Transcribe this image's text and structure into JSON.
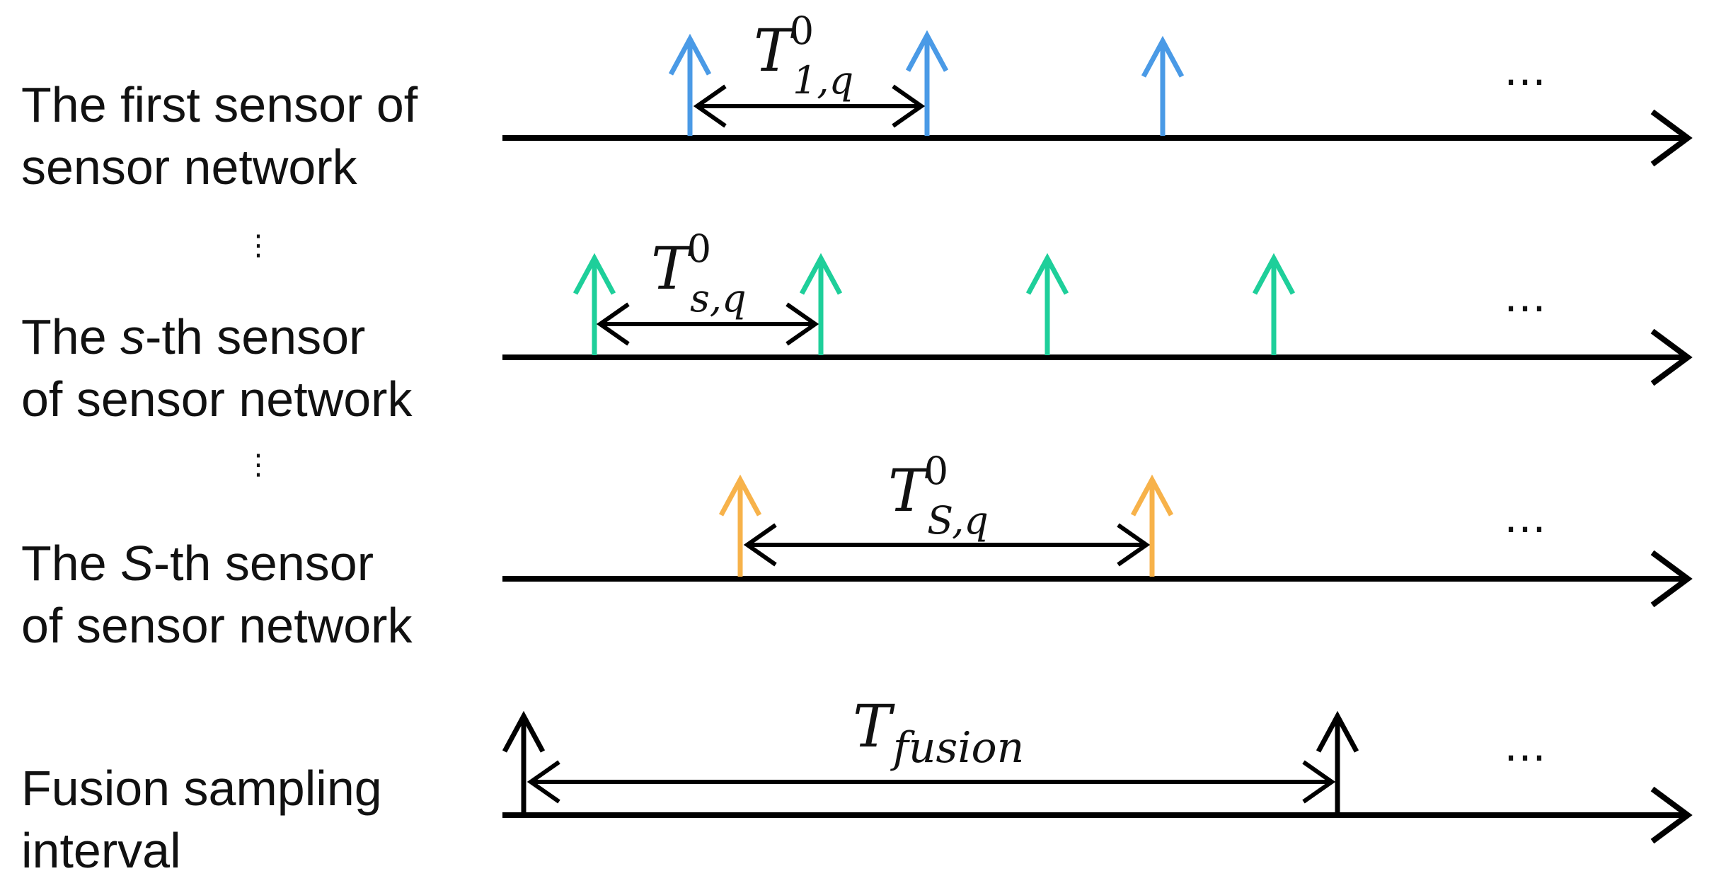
{
  "colors": {
    "axis": "#000000",
    "sensor_first": "#4a9ae6",
    "sensor_s": "#1ecf9a",
    "sensor_S": "#f7b24a",
    "fusion": "#000000"
  },
  "rows": [
    {
      "id": "first",
      "label_line1": "The first sensor of",
      "label_line2": "sensor network",
      "interval": {
        "base": "T",
        "sup": "0",
        "sub": "1,q"
      },
      "ellipsis": "…",
      "color": "sensor_first",
      "icon": "up-arrow-icon"
    },
    {
      "id": "s",
      "label_pre": "The ",
      "label_var": "s",
      "label_post": "-th sensor",
      "label_line2": "of sensor network",
      "interval": {
        "base": "T",
        "sup": "0",
        "sub": "s,q"
      },
      "ellipsis": "…",
      "color": "sensor_s",
      "icon": "up-arrow-icon"
    },
    {
      "id": "S",
      "label_pre": "The ",
      "label_var": "S",
      "label_post": "-th sensor",
      "label_line2": "of sensor network",
      "interval": {
        "base": "T",
        "sup": "0",
        "sub": "S,q"
      },
      "ellipsis": "…",
      "color": "sensor_S",
      "icon": "up-arrow-icon"
    },
    {
      "id": "fusion",
      "label_line1": "Fusion sampling",
      "label_line2": "interval",
      "interval": {
        "base": "T",
        "sub": "fusion"
      },
      "ellipsis": "…",
      "color": "fusion",
      "icon": "up-arrow-icon"
    }
  ],
  "vdots": "⋮"
}
